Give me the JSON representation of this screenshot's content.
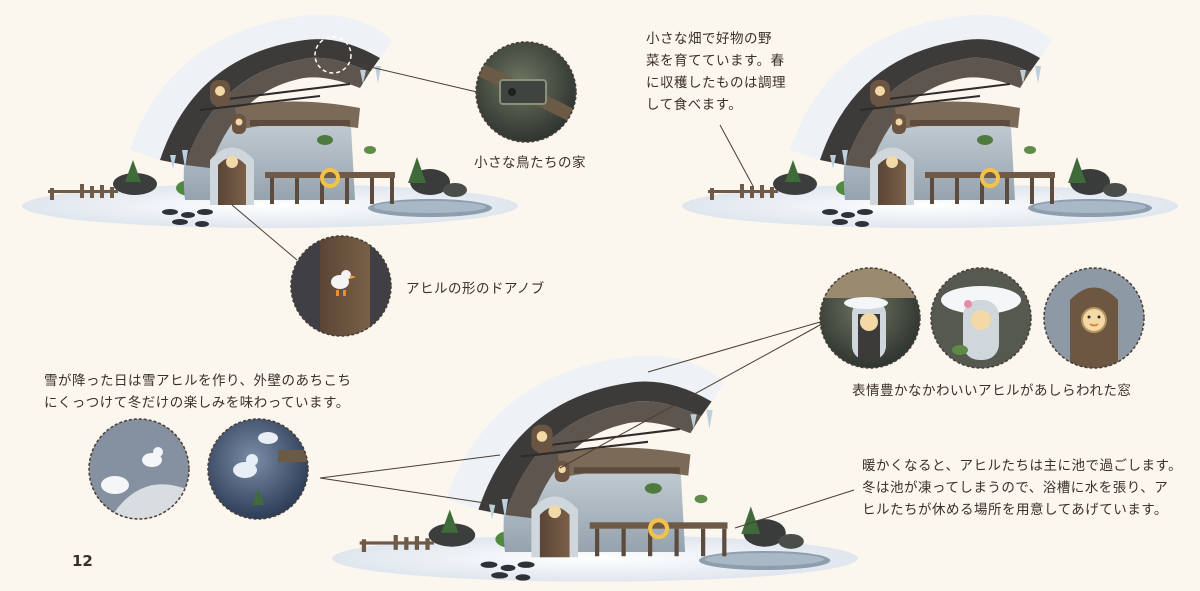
{
  "captions": {
    "top_right": "小さな畑で好物の野\n菜を育てています。春\nに収穫したものは調理\nして食べます。",
    "bird_house": "小さな鳥たちの家",
    "door_knob": "アヒルの形のドアノブ",
    "snow_duck": "雪が降った日は雪アヒルを作り、外壁のあちこち\nにくっつけて冬だけの楽しみを味わっています。",
    "windows": "表情豊かなかわいいアヒルがあしらわれた窓",
    "pond": "暖かくなると、アヒルたちは主に池で過ごします。\n冬は池が凍ってしまうので、浴槽に水を張り、ア\nヒルたちが休める場所を用意してあげています。"
  },
  "page_number": "12",
  "colors": {
    "background": "#fbf6ee",
    "text": "#3b2f29",
    "snow": "#eef2f6",
    "roof_dark": "#3d3a3a",
    "wall": "#b9c4cc",
    "wood": "#6d5642",
    "ice": "#bcd0dc"
  }
}
